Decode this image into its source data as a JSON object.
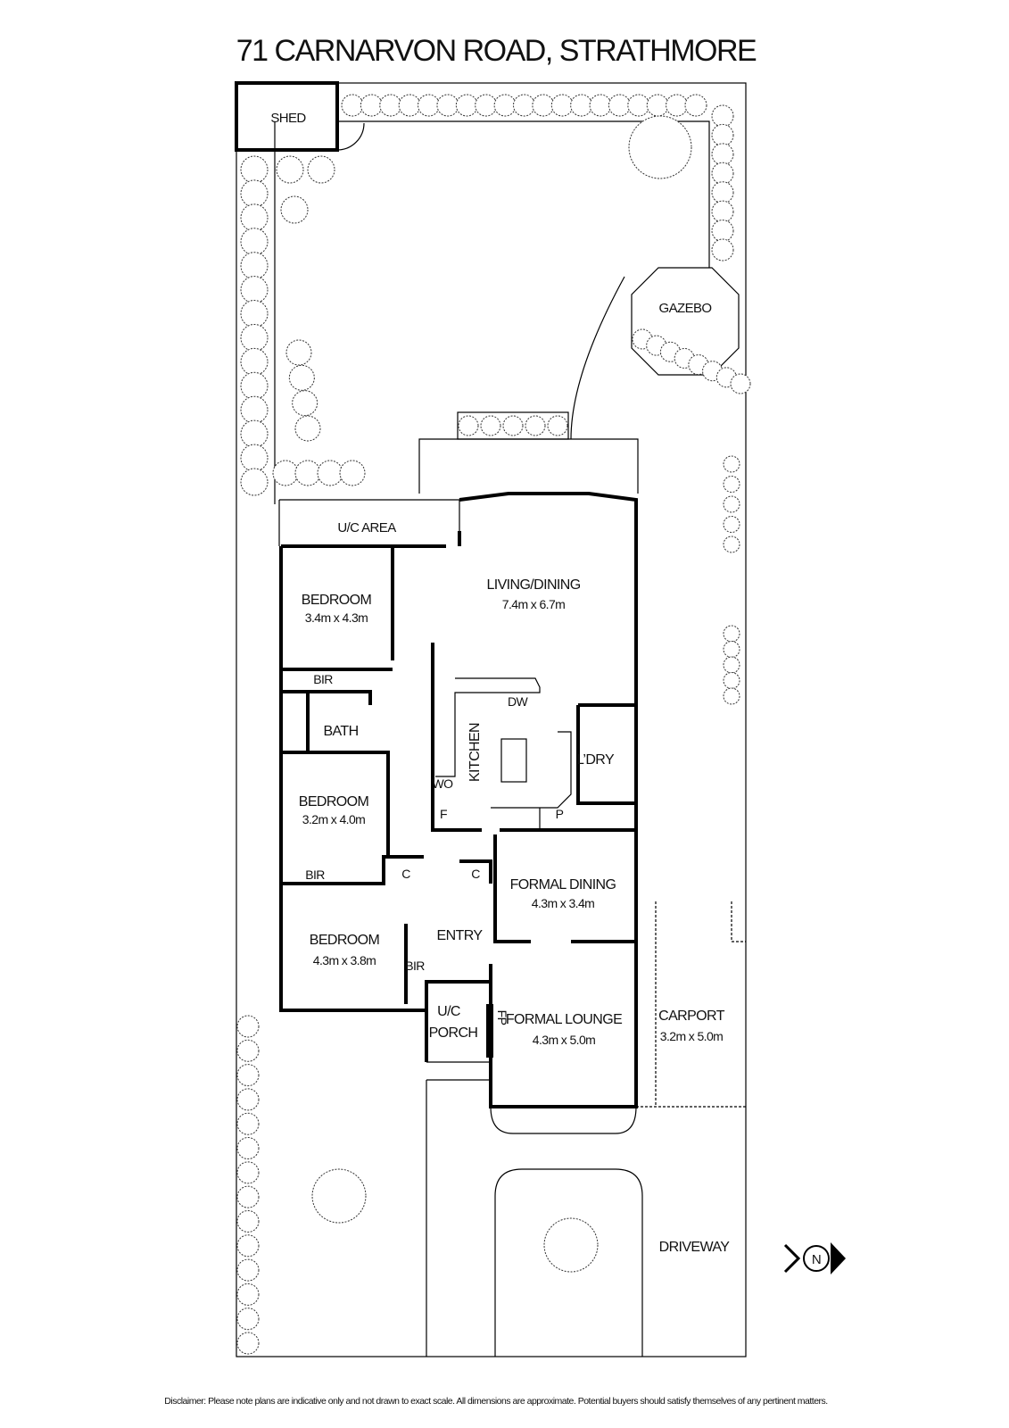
{
  "title": "71 CARNARVON ROAD, STRATHMORE",
  "rooms": {
    "shed": "SHED",
    "gazebo": "GAZEBO",
    "uc_area": "U/C AREA",
    "living": {
      "name": "LIVING/DINING",
      "size": "7.4m x 6.7m"
    },
    "bedroom1": {
      "name": "BEDROOM",
      "size": "3.4m x 4.3m"
    },
    "bir1": "BIR",
    "bath": "BATH",
    "kitchen": "KITCHEN",
    "dw": "DW",
    "wo": "WO",
    "f": "F",
    "p": "P",
    "laundry": "L’DRY",
    "bedroom2": {
      "name": "BEDROOM",
      "size": "3.2m x 4.0m"
    },
    "bir2": "BIR",
    "c1": "C",
    "c2": "C",
    "formal_dining": {
      "name": "FORMAL DINING",
      "size": "4.3m x 3.4m"
    },
    "entry": "ENTRY",
    "bedroom3": {
      "name": "BEDROOM",
      "size": "4.3m x 3.8m"
    },
    "bir3": "BIR",
    "porch": {
      "line1": "U/C",
      "line2": "PORCH"
    },
    "fp": "FP",
    "formal_lounge": {
      "name": "FORMAL LOUNGE",
      "size": "4.3m x 5.0m"
    },
    "carport": {
      "name": "CARPORT",
      "size": "3.2m x 5.0m"
    },
    "driveway": "DRIVEWAY"
  },
  "north_label": "N",
  "disclaimer": "Disclaimer: Please note plans are indicative only and not drawn to exact scale. All dimensions are approximate. Potential buyers should satisfy themselves of any pertinent matters."
}
